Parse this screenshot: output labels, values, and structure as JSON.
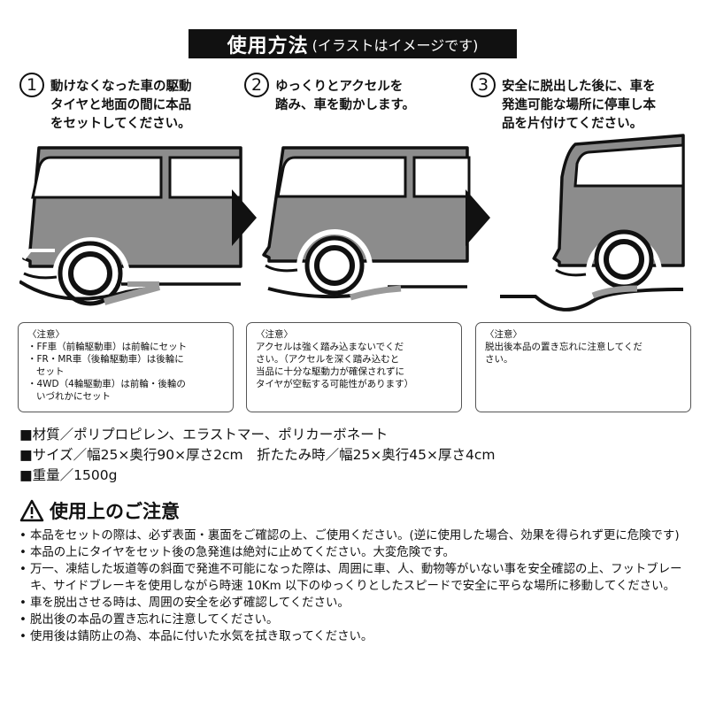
{
  "header": {
    "title": "使用方法",
    "subtitle": "(イラストはイメージです)"
  },
  "steps": [
    {
      "number": "1",
      "lines": [
        "動けなくなった車の駆動",
        "タイヤと地面の間に本品",
        "をセットしてください。"
      ]
    },
    {
      "number": "2",
      "lines": [
        "ゆっくりとアクセルを",
        "踏み、車を動かします。"
      ]
    },
    {
      "number": "3",
      "lines": [
        "安全に脱出した後に、車を",
        "発進可能な場所に停車し本",
        "品を片付けてください。"
      ]
    }
  ],
  "notes": [
    {
      "title": "〈注意〉",
      "lines": [
        "・FF車（前輪駆動車）は前輪にセット",
        "・FR・MR車（後輪駆動車）は後輪に",
        "セット",
        "・4WD（4輪駆動車）は前輪・後輪の",
        "いづれかにセット"
      ]
    },
    {
      "title": "〈注意〉",
      "lines": [
        "アクセルは強く踏み込まないでくだ",
        "さい。（アクセルを深く踏み込むと",
        "当品に十分な駆動力が確保されずに",
        "タイヤが空転する可能性があります）"
      ]
    },
    {
      "title": "〈注意〉",
      "lines": [
        "脱出後本品の置き忘れに注意してくだ",
        "さい。"
      ]
    }
  ],
  "specs": {
    "material": "■材質／ポリプロピレン、エラストマー、ポリカーボネート",
    "size": "■サイズ／幅25×奥行90×厚さ2cm　折たたみ時／幅25×奥行45×厚さ4cm",
    "weight": "■重量／1500g"
  },
  "caution": {
    "title": "使用上のご注意",
    "items": [
      "本品をセットの際は、必ず表面・裏面をご確認の上、ご使用ください。(逆に使用した場合、効果を得られず更に危険です)",
      "本品の上にタイヤをセット後の急発進は絶対に止めてください。大変危険です。",
      "万一、凍結した坂道等の斜面で発進不可能になった際は、周囲に車、人、動物等がいない事を安全確認の上、フットブレーキ、サイドブレーキを使用しながら時速 10Km 以下のゆっくりとしたスピードで安全に平らな場所に移動してください。",
      "車を脱出させる時は、周囲の安全を必ず確認してください。",
      "脱出後の本品の置き忘れに注意してください。",
      "使用後は錆防止の為、本品に付いた水気を拭き取ってください。"
    ]
  },
  "colors": {
    "body": "#111111",
    "car_gray": "#8c8c8c",
    "mat_gray": "#9a9a9a",
    "background": "#ffffff"
  }
}
